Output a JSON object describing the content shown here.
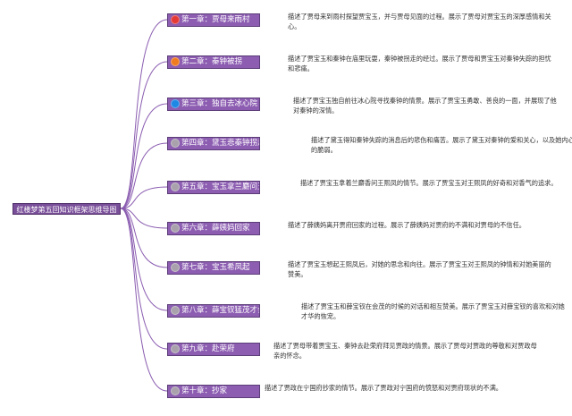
{
  "root": {
    "label": "红楼梦第五回知识框架思维导图"
  },
  "chapters": [
    {
      "label": "第一章：贾母来雨村",
      "description": "描述了贾母来到雨村探望贾宝玉，并与贾母见面的过程。展示了贾母对贾宝玉的深厚感情和关心。",
      "color": "#e53935"
    },
    {
      "label": "第二章：秦钟被拐",
      "description": "描述了贾宝玉和秦钟在庙里玩耍，秦钟被拐走的经过。展示了贾母和贾宝玉对秦钟失踪的担忧和悲痛。",
      "color": "#f07b1e"
    },
    {
      "label": "第三章：独自去冰心院",
      "description": "描述了贾宝玉独自前往冰心院寻找秦钟的情景。展示了贾宝玉勇敢、善良的一面，并展现了他对秦钟的深情。",
      "color": "#1e88e5"
    },
    {
      "label": "第四章：黛玉悲秦钟拐走中",
      "description": "描述了黛玉得知秦钟失踪的消息后的悲伤和痛苦。展示了黛玉对秦钟的爱和关心，以及她内心的脆弱。",
      "color": "#a9a2ad"
    },
    {
      "label": "第五章：宝玉拿兰麝问王熙凤",
      "description": "描述了贾宝玉拿着兰麝香问王熙凤的情节。展示了贾宝玉对王熙凤的好奇和对香气的追求。",
      "color": "#a9a2ad"
    },
    {
      "label": "第六章：薛姨妈回家",
      "description": "描述了薛姨妈离开贾府回家的过程。展示了薛姨妈对贾府的不满和对贾母的不信任。",
      "color": "#a9a2ad"
    },
    {
      "label": "第七章：宝玉希凤起",
      "description": "描述了贾宝玉想起王熙凤后，对她的思念和向往。展示了贾宝玉对王熙凤的钟情和对她美丽的赞美。",
      "color": "#a9a2ad"
    },
    {
      "label": "第八章：薛宝钗猛茂才会",
      "description": "描述了贾宝玉和薛宝钗在会茂的时候的对话和相互赞美。展示了贾宝玉对薛宝钗的喜欢和对她才华的恢宠。",
      "color": "#a9a2ad"
    },
    {
      "label": "第九章：赴荣府",
      "description": "描述了贾母带着贾宝玉、秦钟去赴荣府拜见贾政的情景。展示了贾母对贾政的尊敬和对贾政母亲的怀念。",
      "color": "#a9a2ad"
    },
    {
      "label": "第十章：抄家",
      "description": "描述了贾政在宁国府抄家的情节。展示了贾政对宁国府的愤怒和对贾府现状的不满。",
      "color": "#a9a2ad"
    }
  ],
  "colors": {
    "connector": "#8a5cb0",
    "node_fill": "#8c5db1",
    "root_fill": "#7a4f9a"
  }
}
